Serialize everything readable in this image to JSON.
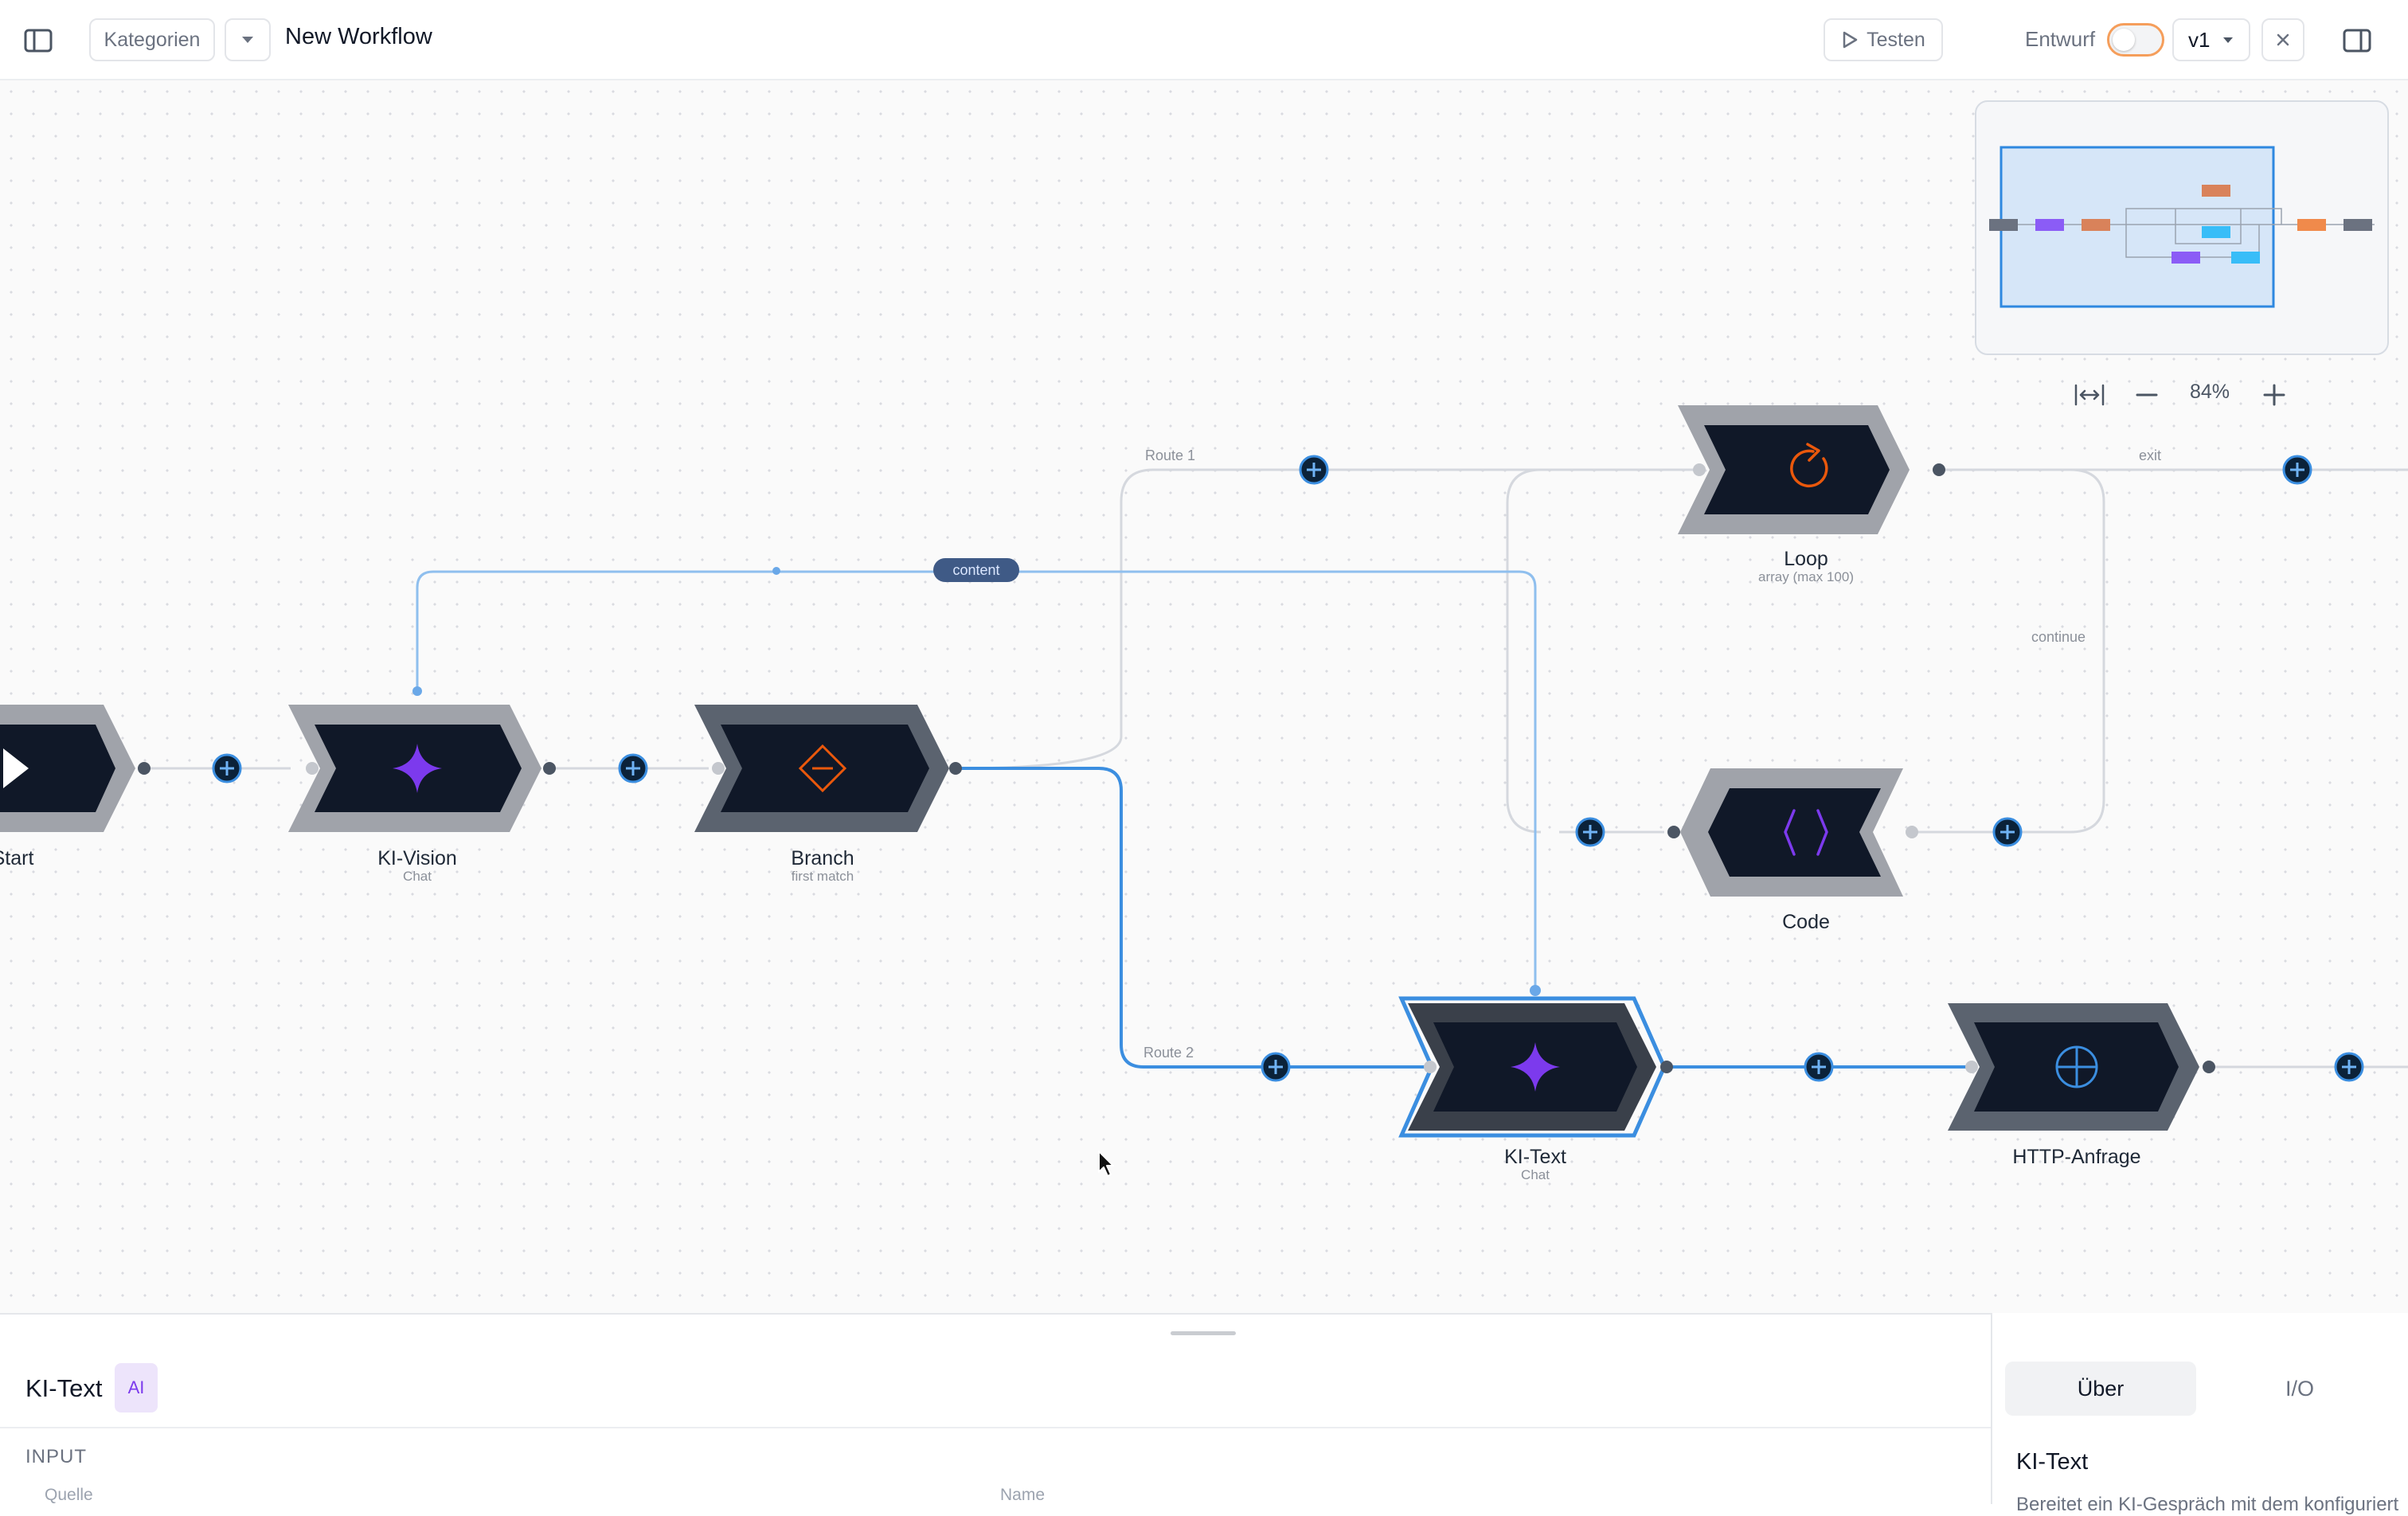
{
  "topbar": {
    "categories_label": "Kategorien",
    "workflow_title": "New Workflow",
    "test_label": "Testen",
    "draft_label": "Entwurf",
    "version_label": "v1",
    "draft_toggle_on": false
  },
  "canvas": {
    "nodes": {
      "start": {
        "label": "Start"
      },
      "ki_vision": {
        "label": "KI-Vision",
        "sub": "Chat"
      },
      "branch": {
        "label": "Branch",
        "sub": "first match"
      },
      "loop": {
        "label": "Loop",
        "sub": "array (max 100)"
      },
      "code": {
        "label": "Code"
      },
      "ki_text": {
        "label": "KI-Text",
        "sub": "Chat"
      },
      "http": {
        "label": "HTTP-Anfrage"
      }
    },
    "edge_labels": {
      "route1": "Route 1",
      "route2": "Route 2",
      "exit": "exit",
      "continue": "continue",
      "content": "content"
    },
    "zoom": "84%"
  },
  "bottom_panel": {
    "node_title": "KI-Text",
    "badge": "AI",
    "section": "INPUT",
    "col_source": "Quelle",
    "col_name": "Name"
  },
  "right_panel": {
    "tabs": [
      "Über",
      "I/O"
    ],
    "active_tab": "Über",
    "title": "KI-Text",
    "description_cut": "Bereitet ein KI-Gespräch mit dem konfigurierten Modell vor"
  },
  "colors": {
    "accent_blue": "#3b8ee0",
    "ai_purple": "#7c3aed",
    "branch_orange": "#ea580c",
    "node_dark": "#111827",
    "toggle_orange": "#f59e5b"
  }
}
